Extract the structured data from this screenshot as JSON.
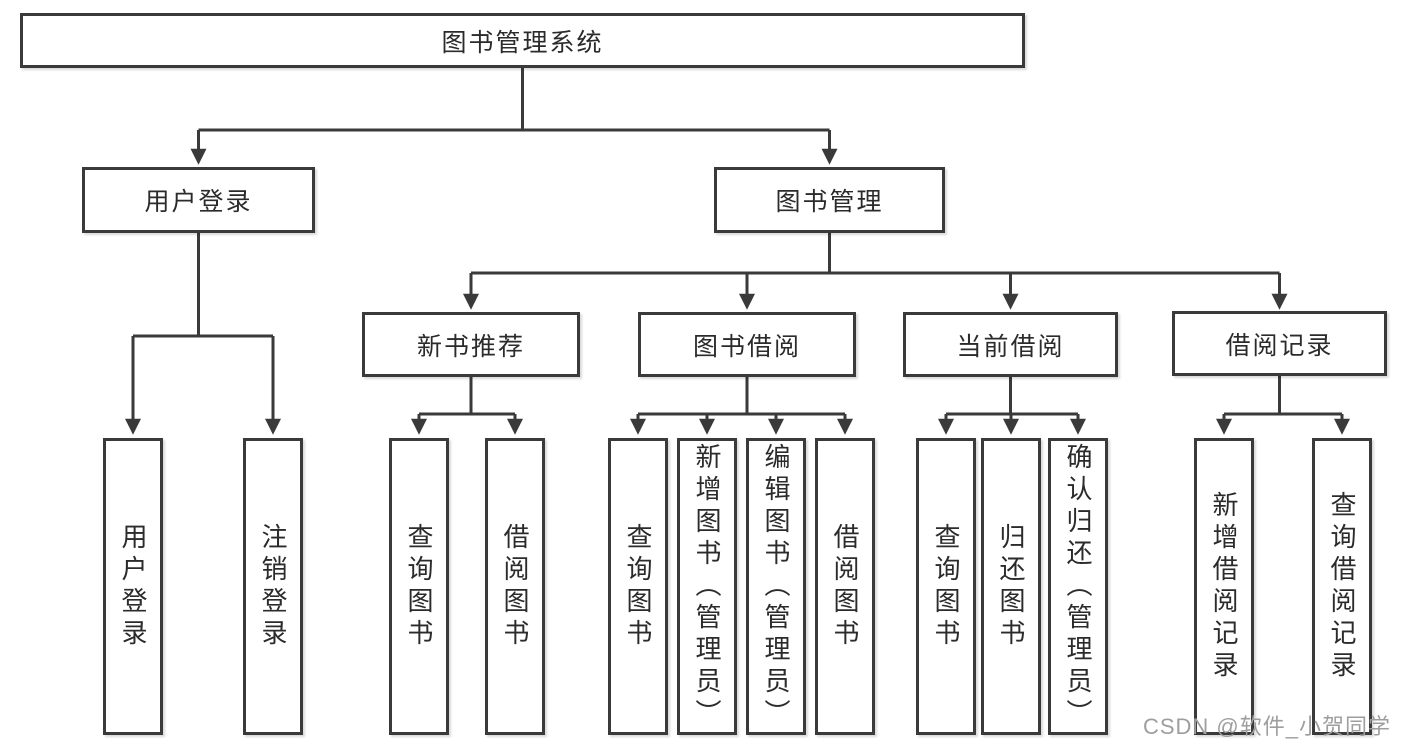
{
  "tree": {
    "label": "图书管理系统",
    "children": [
      {
        "label": "用户登录",
        "children": [
          {
            "label": "用户登录"
          },
          {
            "label": "注销登录"
          }
        ]
      },
      {
        "label": "图书管理",
        "children": [
          {
            "label": "新书推荐",
            "children": [
              {
                "label": "查询图书"
              },
              {
                "label": "借阅图书"
              }
            ]
          },
          {
            "label": "图书借阅",
            "children": [
              {
                "label": "查询图书"
              },
              {
                "label": "新增图书（管理员）"
              },
              {
                "label": "编辑图书（管理员）"
              },
              {
                "label": "借阅图书"
              }
            ]
          },
          {
            "label": "当前借阅",
            "children": [
              {
                "label": "查询图书"
              },
              {
                "label": "归还图书"
              },
              {
                "label": "确认归还（管理员）"
              }
            ]
          },
          {
            "label": "借阅记录",
            "children": [
              {
                "label": "新增借阅记录"
              },
              {
                "label": "查询借阅记录"
              }
            ]
          }
        ]
      }
    ]
  },
  "watermark": {
    "text": "CSDN @软件_小贺同学"
  },
  "colors": {
    "line": "#3a3a3a",
    "box_fill": "#ffffff",
    "text": "#2b2b2b",
    "watermark": "#9e9e9e"
  }
}
